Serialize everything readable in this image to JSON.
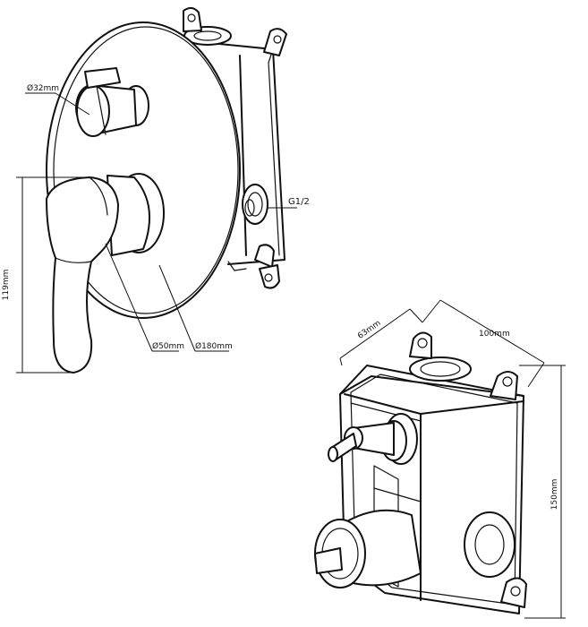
{
  "labels": {
    "handle_diameter": "Ø32mm",
    "thread": "G1/2",
    "height_119": "119mm",
    "lever_diameter": "Ø50mm",
    "plate_diameter": "Ø180mm",
    "depth": "63mm",
    "width": "100mm",
    "height_150": "150mm"
  }
}
